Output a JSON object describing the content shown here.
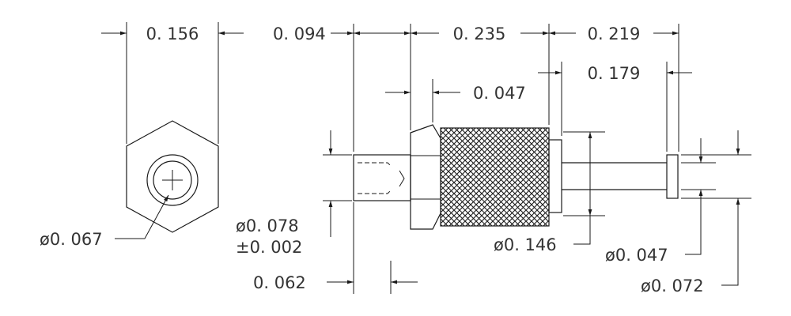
{
  "drawing": {
    "dimensions": {
      "hex_width": "0. 156",
      "hex_bore_dia": "ø0. 067",
      "tip_length": "0. 094",
      "knurl_length": "0. 235",
      "pin_overall": "0. 219",
      "pin_shank": "0. 179",
      "hex_thickness": "0. 047",
      "tip_dia": "ø0. 078",
      "tip_tol": "±0. 002",
      "chamfer": "0. 062",
      "knurl_dia": "ø0. 146",
      "pin_dia": "ø0. 047",
      "head_dia": "ø0. 072"
    }
  }
}
